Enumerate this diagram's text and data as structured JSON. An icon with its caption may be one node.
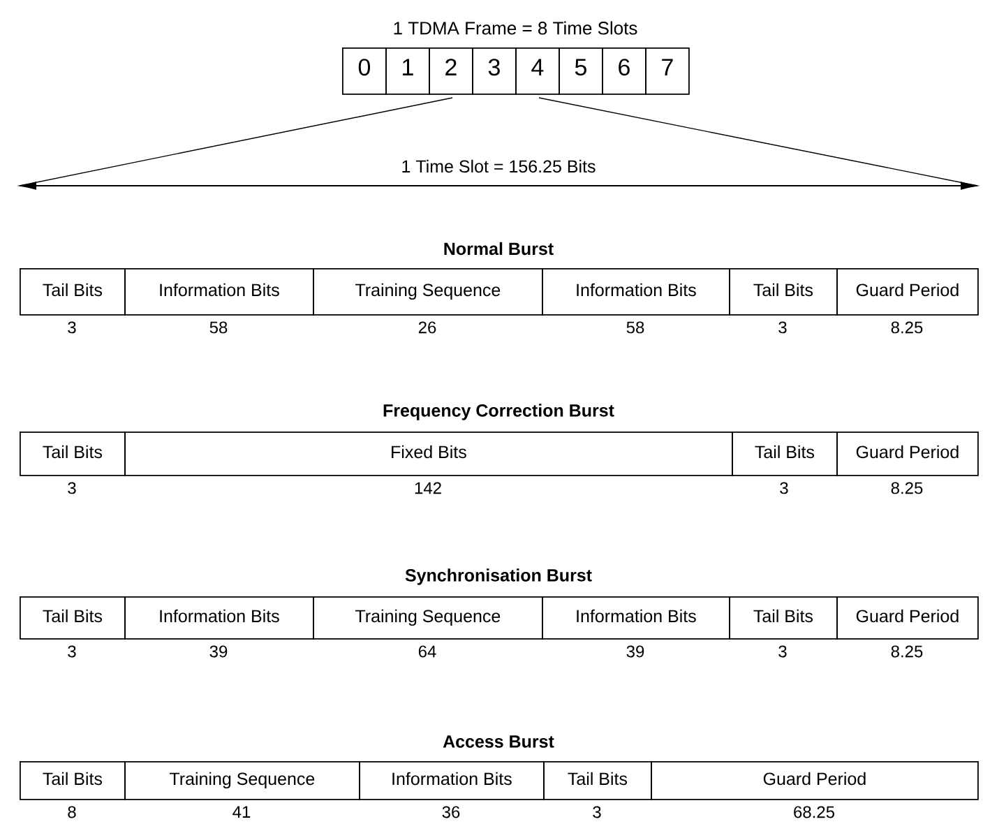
{
  "diagram": {
    "title": "1 TDMA Frame = 8 Time Slots",
    "nodes": [
      {
        "text": [
          "0"
        ]
      },
      {
        "text": [
          "1"
        ]
      },
      {
        "text": [
          "2"
        ]
      },
      {
        "text": [
          "3"
        ]
      },
      {
        "text": [
          "4"
        ]
      },
      {
        "text": [
          "5"
        ]
      },
      {
        "text": [
          "6"
        ]
      },
      {
        "text": [
          "7"
        ]
      },
      {
        "text": [
          "Tail Bits"
        ],
        "beside": [
          "3"
        ]
      },
      {
        "text": [
          "Information Bits"
        ],
        "beside": [
          "58"
        ]
      },
      {
        "text": [
          "Training Sequence"
        ],
        "beside": [
          "26"
        ]
      },
      {
        "text": [
          "Information Bits"
        ],
        "beside": [
          "58"
        ]
      },
      {
        "text": [
          "Tail Bits"
        ],
        "beside": [
          "3"
        ]
      },
      {
        "text": [
          "Guard Period"
        ],
        "beside": [
          "8.25"
        ]
      },
      {
        "text": [
          "Tail Bits"
        ],
        "beside": [
          "3"
        ]
      },
      {
        "text": [
          "Fixed Bits"
        ],
        "beside": [
          "142"
        ]
      },
      {
        "text": [
          "Tail Bits"
        ],
        "beside": [
          "3"
        ]
      },
      {
        "text": [
          "Guard Period"
        ],
        "beside": [
          "8.25"
        ]
      },
      {
        "text": [
          "Tail Bits"
        ],
        "beside": [
          "3"
        ]
      },
      {
        "text": [
          "Information Bits"
        ],
        "beside": [
          "39"
        ]
      },
      {
        "text": [
          "Training Sequence"
        ],
        "beside": [
          "64"
        ]
      },
      {
        "text": [
          "Information Bits"
        ],
        "beside": [
          "39"
        ]
      },
      {
        "text": [
          "Tail Bits"
        ],
        "beside": [
          "3"
        ]
      },
      {
        "text": [
          "Guard Period"
        ],
        "beside": [
          "8.25"
        ]
      },
      {
        "text": [
          "Tail Bits"
        ],
        "beside": [
          "8"
        ]
      },
      {
        "text": [
          "Training Sequence"
        ],
        "beside": [
          "41"
        ]
      },
      {
        "text": [
          "Information Bits"
        ],
        "beside": [
          "36"
        ]
      },
      {
        "text": [
          "Tail Bits"
        ],
        "beside": [
          "3"
        ]
      },
      {
        "text": [
          "Guard Period"
        ],
        "beside": [
          "68.25"
        ]
      }
    ],
    "labels": [
      "1 Time Slot = 156.25 Bits",
      "Normal Burst",
      "Frequency Correction Burst",
      "Synchronisation Burst",
      "Access Burst"
    ]
  }
}
